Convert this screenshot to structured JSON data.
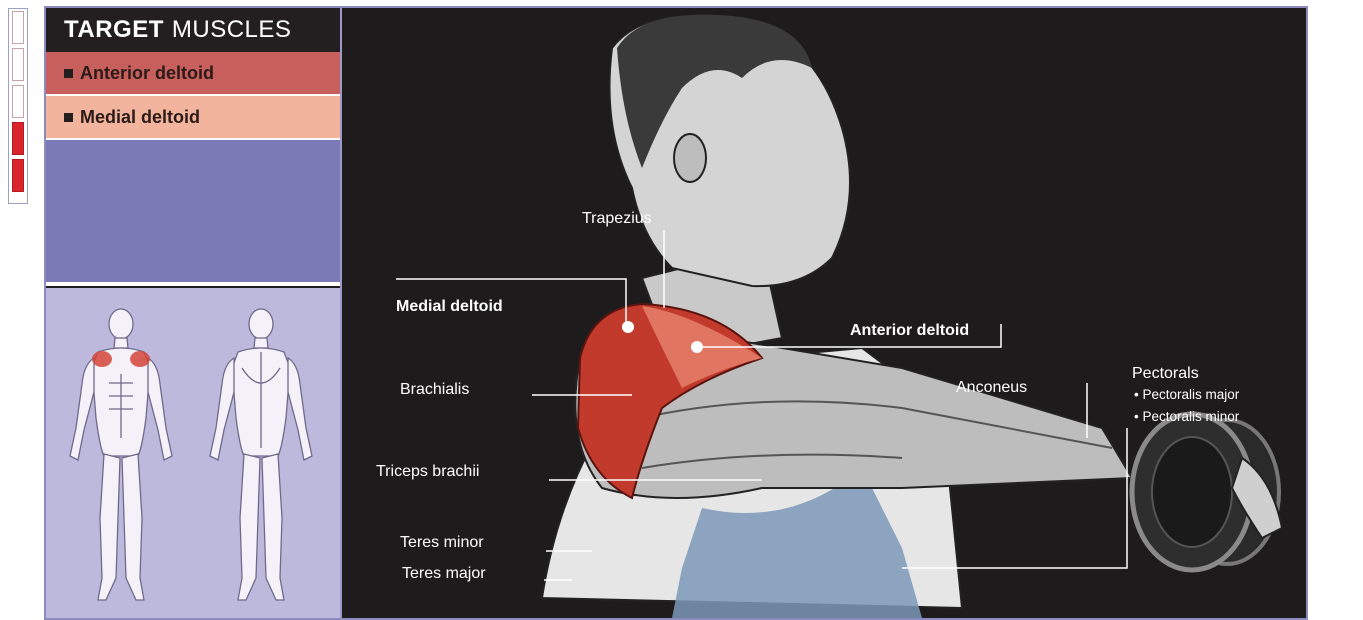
{
  "panel": {
    "title_bold": "TARGET",
    "title_rest": "MUSCLES",
    "targets": [
      {
        "label": "Anterior deltoid",
        "color": "#c7605c"
      },
      {
        "label": "Medial deltoid",
        "color": "#f2b49c"
      }
    ]
  },
  "intensity": {
    "filled": 2,
    "total": 5,
    "fill_color": "#d8262c"
  },
  "labels": {
    "trapezius": "Trapezius",
    "medial_deltoid": "Medial deltoid",
    "anterior_deltoid": "Anterior deltoid",
    "brachialis": "Brachialis",
    "anconeus": "Anconeus",
    "pectorals": "Pectorals",
    "pectoralis_major": "• Pectoralis major",
    "pectoralis_minor": "• Pectoralis minor",
    "triceps_brachii": "Triceps brachii",
    "teres_minor": "Teres minor",
    "teres_major": "Teres major"
  },
  "colors": {
    "background": "#1d1b1c",
    "frame": "#8c8bc0",
    "muscle_highlight": "#c23a2c",
    "panel_violet": "#7b79b6",
    "figure_panel": "#bdb9dc"
  }
}
